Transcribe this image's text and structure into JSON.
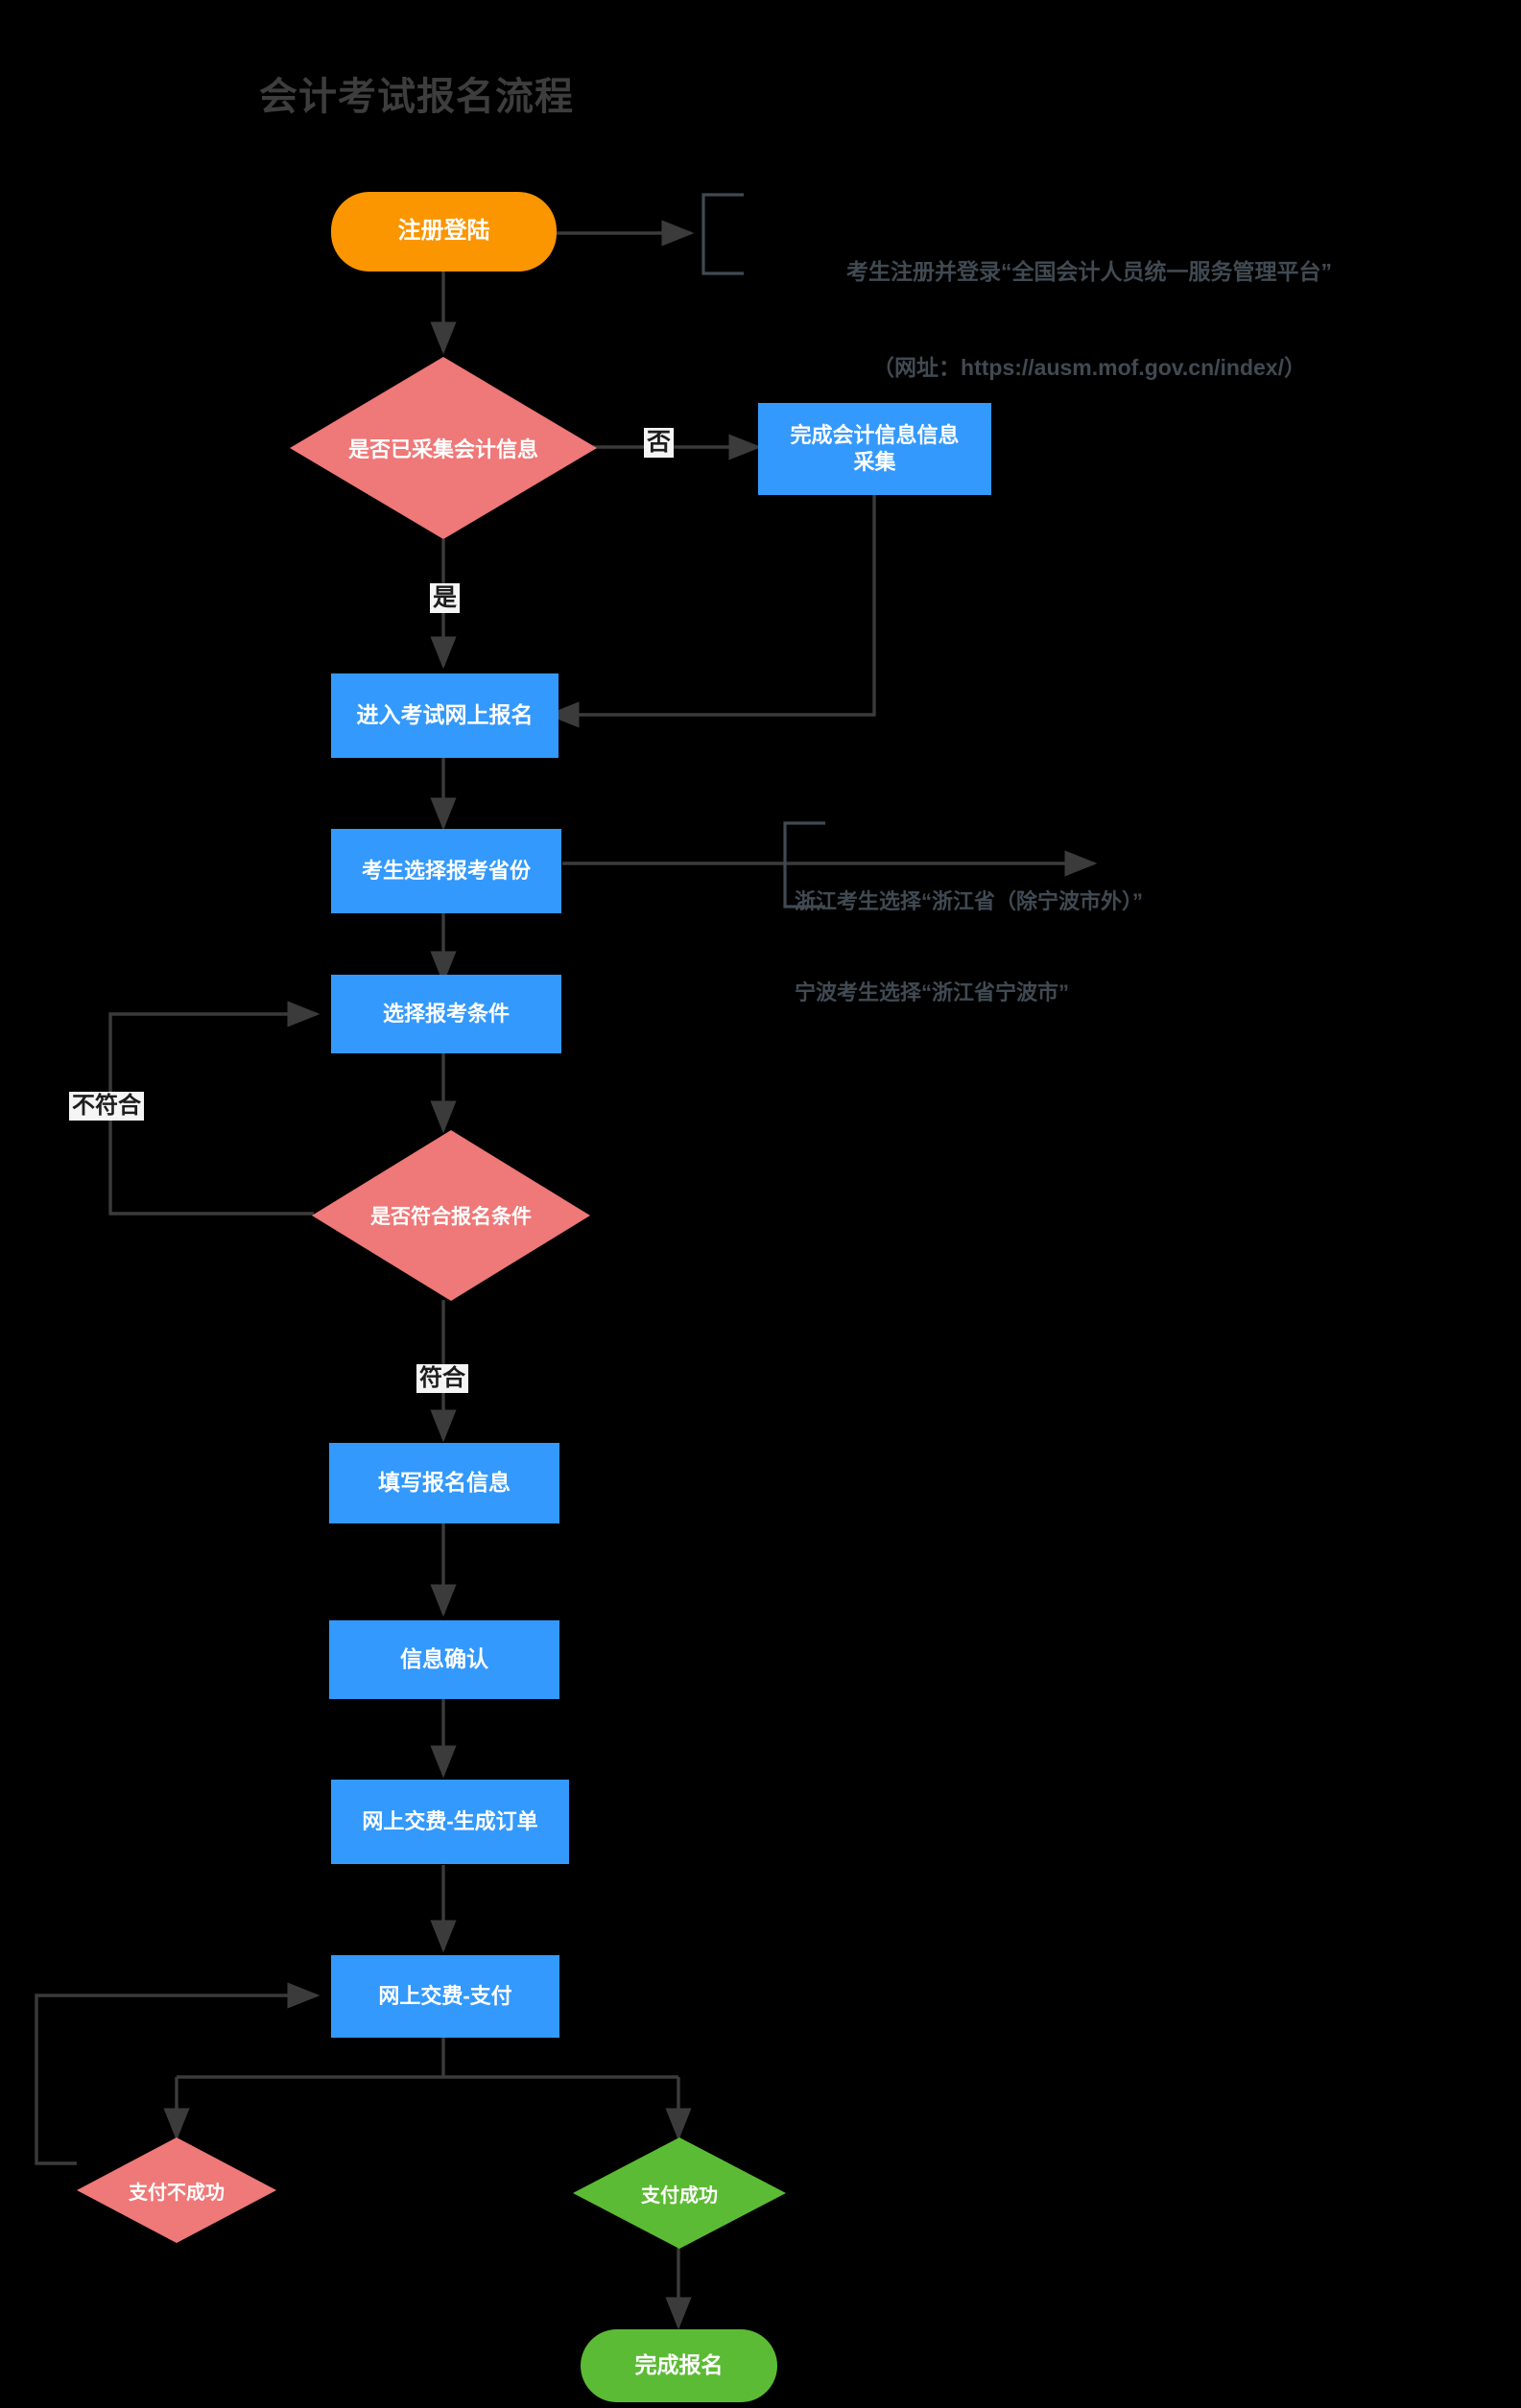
{
  "title": "会计考试报名流程",
  "palette": {
    "background": "#000000",
    "blue": "#3399fd",
    "orange": "#fb9500",
    "green": "#5cbb35",
    "red": "#ef7878",
    "edge": "#3b3b3b",
    "title_text": "#3d3d3d",
    "annotation_text": "#414a52",
    "node_text": "#ffffff",
    "edge_label_bg": "#f5f5f5",
    "edge_label_text": "#1d1d1d"
  },
  "nodes": {
    "register_login": {
      "label": "注册登陆",
      "shape": "rounded-rect",
      "color": "orange"
    },
    "has_collected_info": {
      "label": "是否已采集会计信息",
      "shape": "diamond",
      "color": "red"
    },
    "complete_info_collection": {
      "label": "完成会计信息信息\n采集",
      "line1": "完成会计信息信息",
      "line2": "采集",
      "shape": "rect",
      "color": "blue"
    },
    "enter_online_registration": {
      "label": "进入考试网上报名",
      "shape": "rect",
      "color": "blue"
    },
    "select_province": {
      "label": "考生选择报考省份",
      "shape": "rect",
      "color": "blue"
    },
    "select_conditions": {
      "label": "选择报考条件",
      "shape": "rect",
      "color": "blue"
    },
    "meets_conditions": {
      "label": "是否符合报名条件",
      "shape": "diamond",
      "color": "red"
    },
    "fill_registration_info": {
      "label": "填写报名信息",
      "shape": "rect",
      "color": "blue"
    },
    "confirm_info": {
      "label": "信息确认",
      "shape": "rect",
      "color": "blue"
    },
    "online_pay_create_order": {
      "label": "网上交费-生成订单",
      "shape": "rect",
      "color": "blue"
    },
    "online_pay_pay": {
      "label": "网上交费-支付",
      "shape": "rect",
      "color": "blue"
    },
    "pay_failed": {
      "label": "支付不成功",
      "shape": "diamond",
      "color": "red"
    },
    "pay_success": {
      "label": "支付成功",
      "shape": "diamond",
      "color": "green"
    },
    "registration_complete": {
      "label": "完成报名",
      "shape": "rounded-rect",
      "color": "green"
    }
  },
  "edge_labels": {
    "no": "否",
    "yes": "是",
    "not_meet": "不符合",
    "meet": "符合"
  },
  "annotations": {
    "register": {
      "line1": "考生注册并登录“全国会计人员统一服务管理平台”",
      "line2": "（网址：https://ausm.mof.gov.cn/index/）"
    },
    "province": {
      "line1": "浙江考生选择“浙江省（除宁波市外）”",
      "line2": "宁波考生选择“浙江省宁波市”"
    }
  }
}
